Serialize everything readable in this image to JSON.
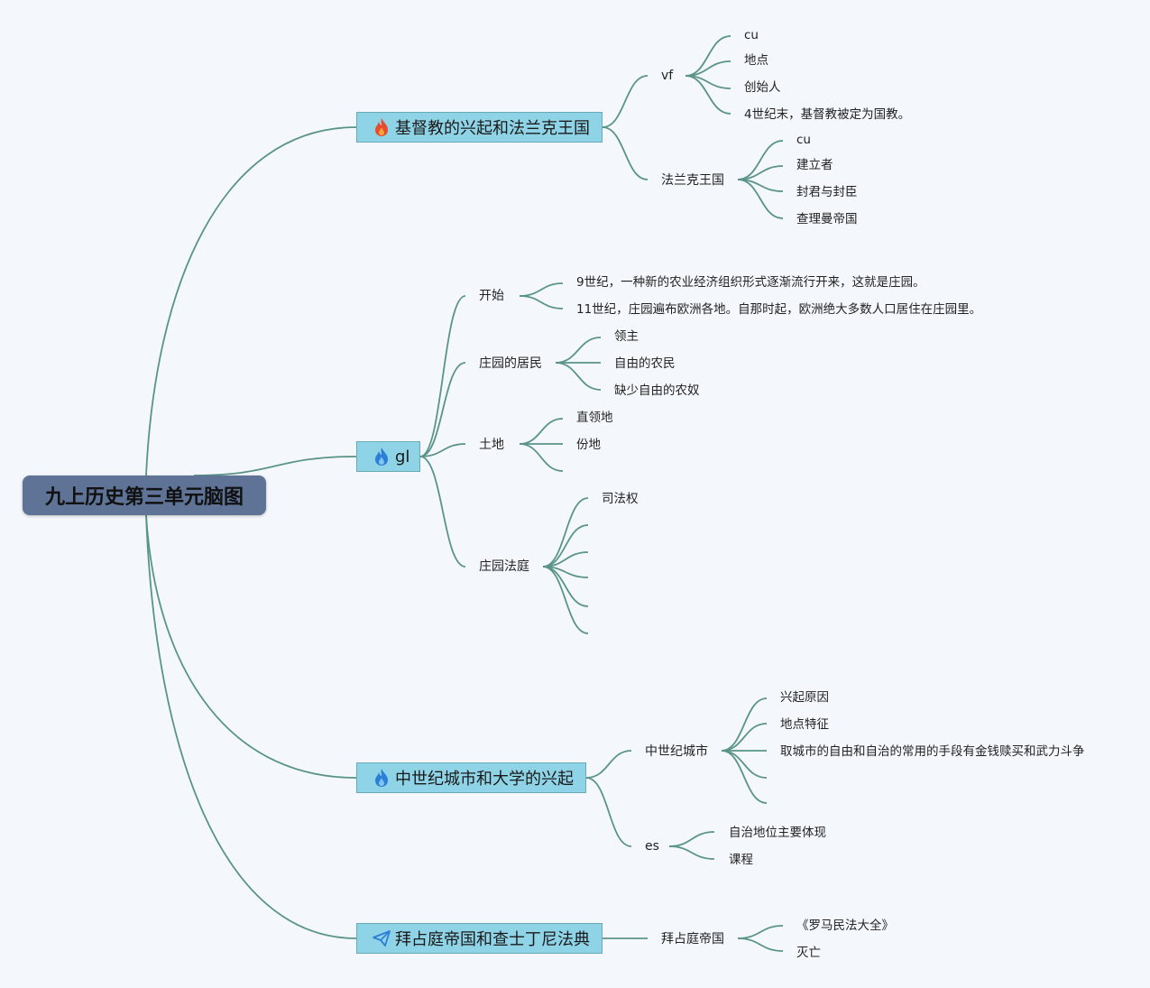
{
  "root": "九上历史第三单元脑图",
  "colors": {
    "line": "#5a9488",
    "root_bg": "#5e7396",
    "topic_bg": "#8fd3e6",
    "background": "#f4f8fc"
  },
  "topics": [
    {
      "label": "基督教的兴起和法兰克王国",
      "icon": "fire-red-icon",
      "children": [
        {
          "label": "vf",
          "children": [
            "cu",
            "地点",
            "创始人",
            "4世纪末，基督教被定为国教。"
          ]
        },
        {
          "label": "法兰克王国",
          "children": [
            "cu",
            "建立者",
            "封君与封臣",
            "查理曼帝国"
          ]
        }
      ]
    },
    {
      "label": "gl",
      "icon": "fire-blue-icon",
      "children": [
        {
          "label": "开始",
          "children": [
            "9世纪，一种新的农业经济组织形式逐渐流行开来，这就是庄园。",
            "11世纪，庄园遍布欧洲各地。自那时起，欧洲绝大多数人口居住在庄园里。"
          ]
        },
        {
          "label": "庄园的居民",
          "children": [
            "领主",
            "自由的农民",
            "缺少自由的农奴"
          ]
        },
        {
          "label": "土地",
          "children": [
            "直领地",
            "份地",
            ""
          ]
        },
        {
          "label": "庄园法庭",
          "children": [
            "司法权",
            "",
            "",
            "",
            "",
            ""
          ]
        }
      ]
    },
    {
      "label": "中世纪城市和大学的兴起",
      "icon": "fire-blue-icon",
      "children": [
        {
          "label": "中世纪城市",
          "children": [
            "兴起原因",
            "地点特征",
            "取城市的自由和自治的常用的手段有金钱赎买和武力斗争",
            "",
            ""
          ]
        },
        {
          "label": "es",
          "children": [
            "自治地位主要体现",
            "课程"
          ]
        }
      ]
    },
    {
      "label": "拜占庭帝国和查士丁尼法典",
      "icon": "paper-plane-icon",
      "children": [
        {
          "label": "拜占庭帝国",
          "children": [
            "《罗马民法大全》",
            "灭亡"
          ]
        }
      ]
    }
  ]
}
